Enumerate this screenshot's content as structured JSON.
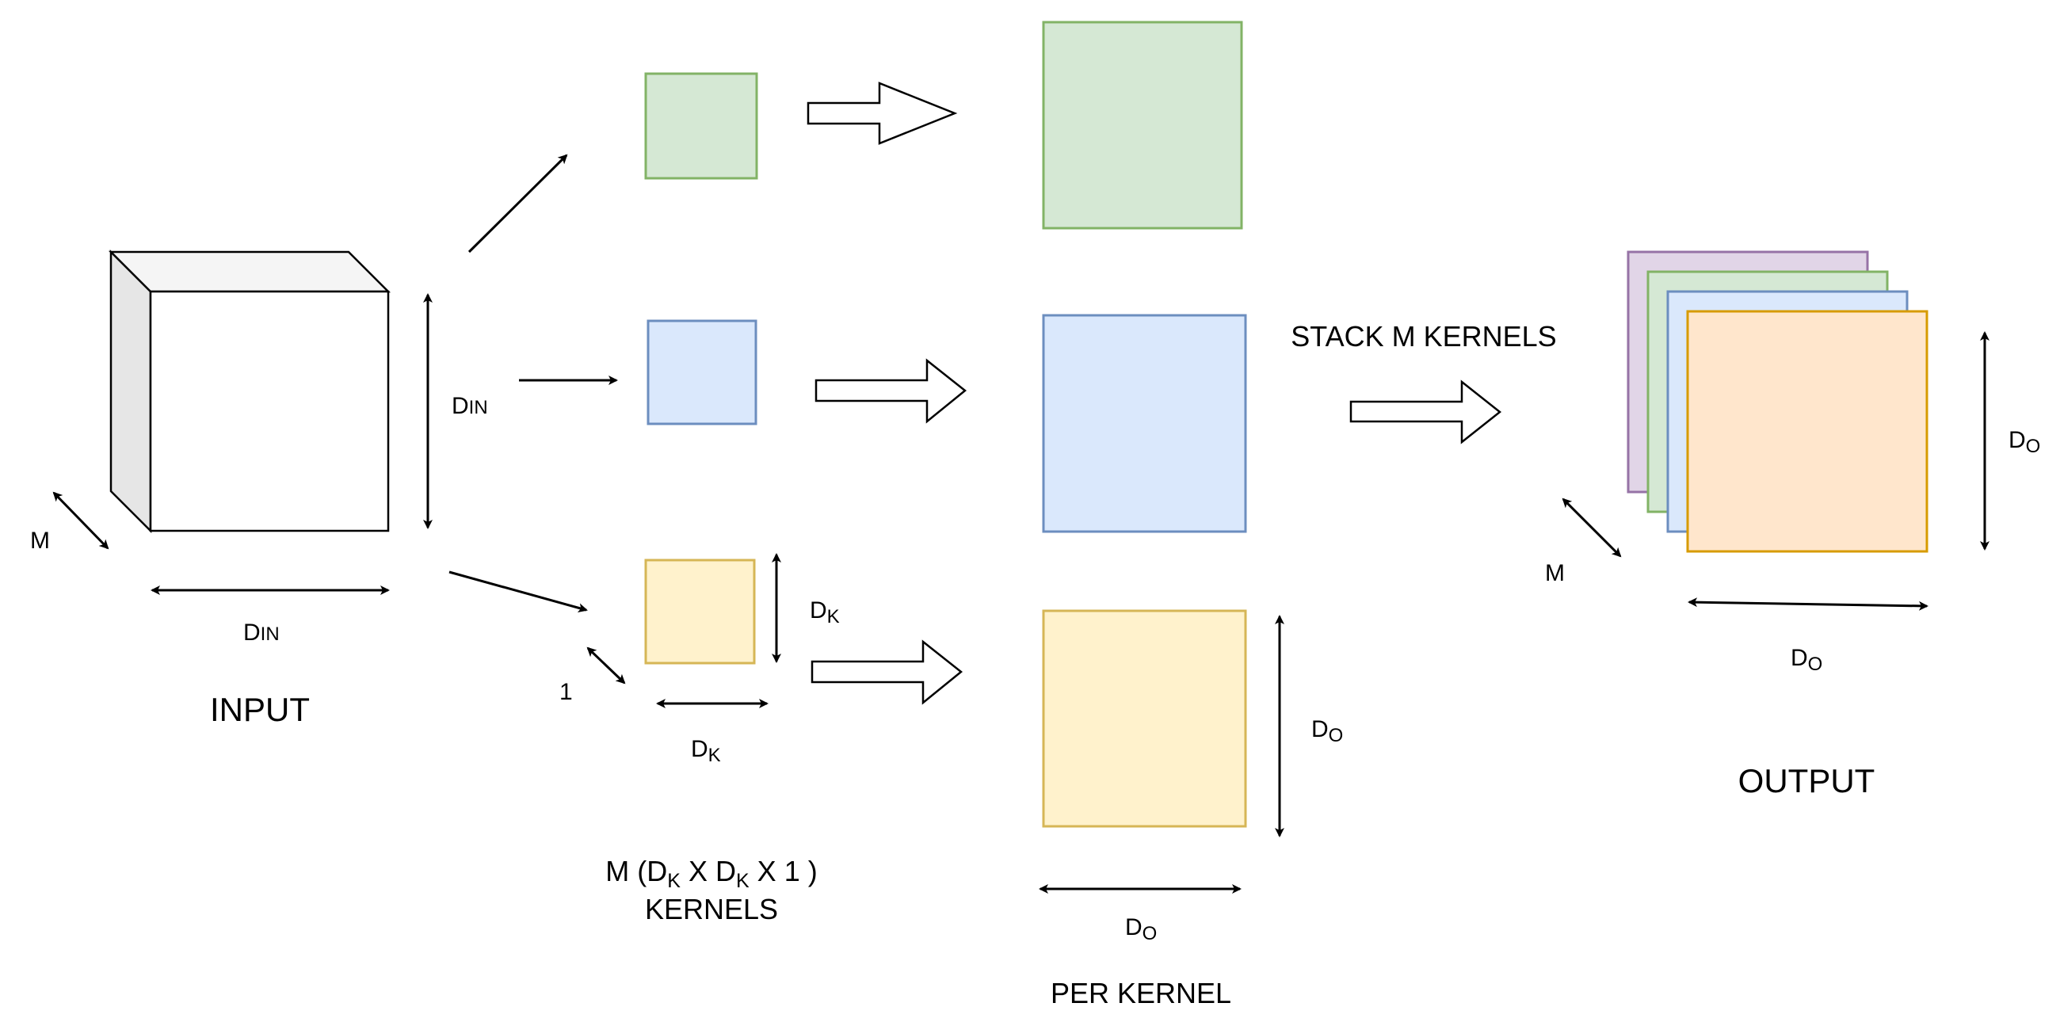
{
  "colors": {
    "green_fill": "#d5e8d4",
    "green_stroke": "#82b366",
    "blue_fill": "#dae8fc",
    "blue_stroke": "#6c8ebf",
    "yellow_fill": "#fff2cc",
    "yellow_stroke": "#d6b656",
    "orange_fill": "#ffe6cc",
    "orange_stroke": "#d79b00",
    "purple_fill": "#e1d5e7",
    "purple_stroke": "#9673a6"
  },
  "input": {
    "title": "INPUT",
    "height_label": "D",
    "height_sub": "IN",
    "width_label": "D",
    "width_sub": "IN",
    "depth_label": "M"
  },
  "kernels": {
    "size_label": "D",
    "size_sub": "K",
    "width_label": "D",
    "width_sub": "K",
    "depth_label": "1",
    "caption_m": "M (D",
    "caption_sub1": "K",
    "caption_x": " X D",
    "caption_sub2": "K",
    "caption_end": " X 1 )",
    "caption_line2": "KERNELS"
  },
  "per_kernel": {
    "title": "PER KERNEL",
    "height_label": "D",
    "height_sub": "O",
    "width_label": "D",
    "width_sub": "O"
  },
  "stack_label": "STACK M KERNELS",
  "output": {
    "title": "OUTPUT",
    "height_label": "D",
    "height_sub": "O",
    "width_label": "D",
    "width_sub": "O",
    "depth_label": "M"
  }
}
